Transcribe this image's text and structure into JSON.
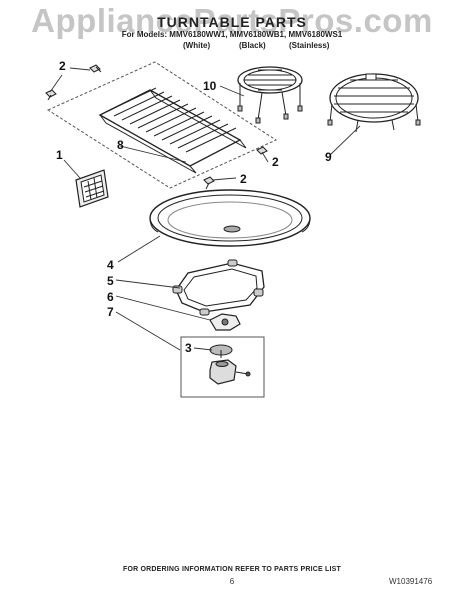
{
  "watermark": "AppliancePartsPros.com",
  "header": {
    "title": "TURNTABLE PARTS",
    "models_line": "For Models: MMV6180WW1, MMV6180WB1, MMV6180WS1",
    "variants": [
      "(White)",
      "(Black)",
      "(Stainless)"
    ]
  },
  "callouts": {
    "c1": "1",
    "c2a": "2",
    "c2b": "2",
    "c2c": "2",
    "c3": "3",
    "c4": "4",
    "c5": "5",
    "c6": "6",
    "c7": "7",
    "c8": "8",
    "c9": "9",
    "c10": "10"
  },
  "footer": {
    "ordering_note": "FOR ORDERING INFORMATION REFER TO PARTS PRICE LIST",
    "page_number": "6",
    "document_number": "W10391476"
  }
}
